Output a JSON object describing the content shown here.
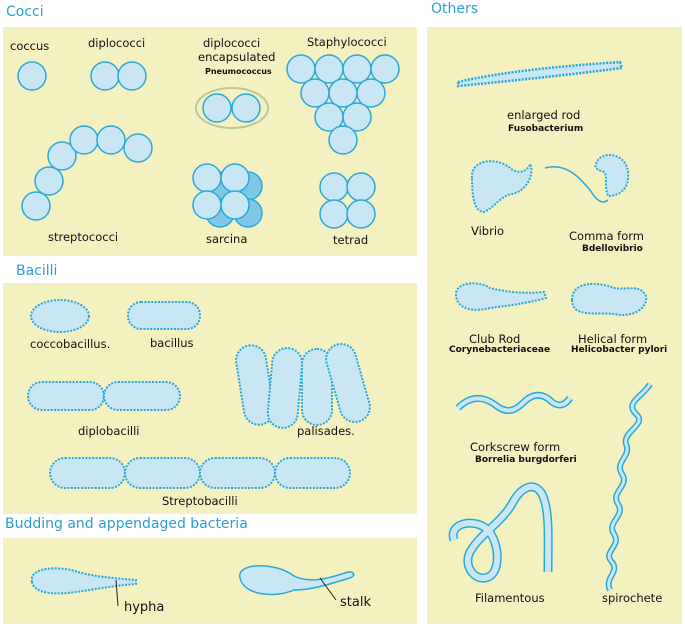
{
  "headings": {
    "cocci": "Cocci",
    "bacilli": "Bacilli",
    "budding": "Budding and appendaged bacteria",
    "others": "Others"
  },
  "cocci": {
    "coccus": "coccus",
    "diplococci": "diplococci",
    "diplo_encapsulated_line1": "diplococci",
    "diplo_encapsulated_line2": "encapsulated",
    "pneumococcus": "Pneumococcus",
    "staphylococci": "Staphylococci",
    "streptococci": "streptococci",
    "sarcina": "sarcina",
    "tetrad": "tetrad"
  },
  "bacilli": {
    "coccobacillus": "coccobacillus.",
    "bacillus": "bacillus",
    "diplobacilli": "diplobacilli",
    "palisades": "palisades.",
    "streptobacilli": "Streptobacilli"
  },
  "budding": {
    "hypha": "hypha",
    "stalk": "stalk"
  },
  "others": {
    "enlarged_rod": "enlarged rod",
    "fusobacterium": "Fusobacterium",
    "vibrio": "Vibrio",
    "comma_form": "Comma form",
    "bdellovibrio": "Bdellovibrio",
    "club_rod": "Club Rod",
    "corynebacteriaceae": "Corynebacteriaceae",
    "helical_form": "Helical form",
    "helicobacter": "Helicobacter pylori",
    "corkscrew_form": "Corkscrew form",
    "borrelia": "Borrelia burgdorferi",
    "filamentous": "Filamentous",
    "spirochete": "spirochete"
  },
  "colors": {
    "cell_fill": "#c8e6f4",
    "cell_stroke": "#2aa8d8",
    "panel": "#f4f1c0",
    "heading": "#2a9fd6"
  }
}
